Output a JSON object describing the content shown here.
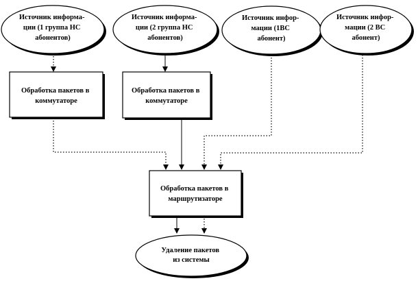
{
  "diagram": {
    "nodes": [
      {
        "id": "src1",
        "shape": "ellipse",
        "lines": [
          "Источник информа-",
          "ции (1 группа НС",
          "абонентов)"
        ]
      },
      {
        "id": "src2",
        "shape": "ellipse",
        "lines": [
          "Источник информа-",
          "ции (2 группа НС",
          "абонентов)"
        ]
      },
      {
        "id": "src3",
        "shape": "ellipse",
        "lines": [
          "Источник инфор-",
          "мации (1ВС",
          "абонент)"
        ]
      },
      {
        "id": "src4",
        "shape": "ellipse",
        "lines": [
          "Источник инфор-",
          "мации (2 ВС",
          "абонент)"
        ]
      },
      {
        "id": "sw1",
        "shape": "rect",
        "lines": [
          "Обработка пакетов в",
          "коммутаторе"
        ]
      },
      {
        "id": "sw2",
        "shape": "rect",
        "lines": [
          "Обработка пакетов в",
          "коммутаторе"
        ]
      },
      {
        "id": "router",
        "shape": "rect",
        "lines": [
          "Обработка пакетов в",
          "маршрутизаторе"
        ]
      },
      {
        "id": "sink",
        "shape": "ellipse",
        "lines": [
          "Удаление пакетов",
          "из системы"
        ]
      }
    ],
    "edges": [
      {
        "from": "src1",
        "to": "sw1",
        "style": "dotted"
      },
      {
        "from": "src2",
        "to": "sw2",
        "style": "solid"
      },
      {
        "from": "sw1",
        "to": "router",
        "style": "dotted"
      },
      {
        "from": "sw2",
        "to": "router",
        "style": "solid"
      },
      {
        "from": "src3",
        "to": "router",
        "style": "dotted"
      },
      {
        "from": "src4",
        "to": "router",
        "style": "dotted"
      },
      {
        "from": "router",
        "to": "sink",
        "style": "solid"
      },
      {
        "from": "router",
        "to": "sink",
        "style": "dotted"
      }
    ]
  }
}
